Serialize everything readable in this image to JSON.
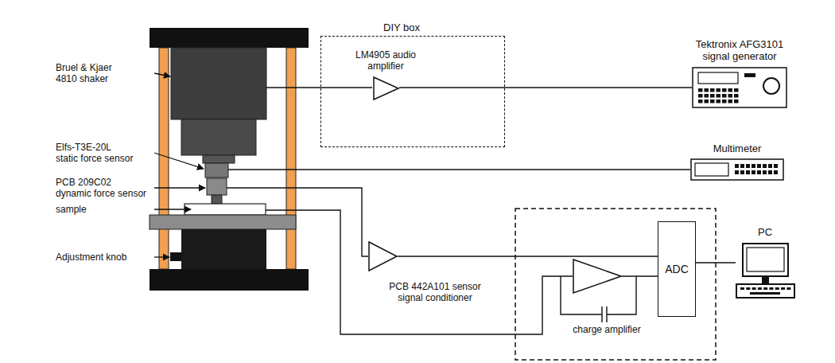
{
  "diagram": {
    "nodes": [
      {
        "text": [
          "DIY box"
        ]
      },
      {
        "text": [
          "LM4905 audio amplifier"
        ],
        "in": 0
      },
      {
        "text": [
          "Tektronix AFG3101 signal generator"
        ]
      },
      {
        "text": [
          "Multimeter"
        ]
      },
      {
        "text": [
          "PCB 442A101 sensor signal conditioner"
        ]
      },
      {
        "text": [
          "charge amplifier"
        ]
      },
      {
        "text": [
          "ADC"
        ]
      },
      {
        "text": [
          "PC"
        ]
      }
    ],
    "edges": [
      {
        "from": 2,
        "to": 1,
        "arrow": "none"
      },
      {
        "from": 4,
        "to": 6,
        "arrow": "none"
      },
      {
        "from": 5,
        "to": 6,
        "arrow": "none"
      },
      {
        "from": 6,
        "to": 7,
        "arrow": "none"
      }
    ],
    "labels": [
      "Bruel & Kjaer 4810 shaker",
      "Elfs-T3E-20L static force sensor",
      "PCB 209C02 dynamic force sensor",
      "sample",
      "Adjustment knob"
    ]
  }
}
